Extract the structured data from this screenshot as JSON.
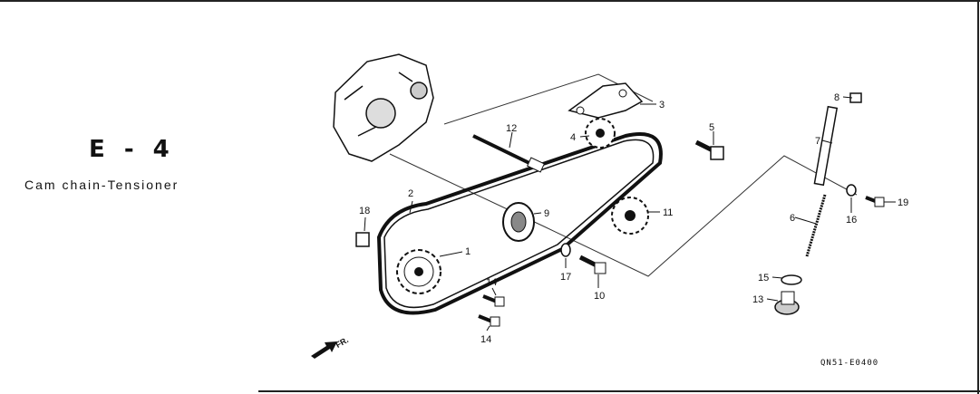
{
  "section": {
    "code": "E - 4",
    "title": "Cam  chain-Tensioner"
  },
  "diagram_code": "QN51-E0400",
  "direction_label": "FR.",
  "parts": [
    {
      "no": "1"
    },
    {
      "no": "2"
    },
    {
      "no": "3"
    },
    {
      "no": "4"
    },
    {
      "no": "5"
    },
    {
      "no": "6"
    },
    {
      "no": "7"
    },
    {
      "no": "8"
    },
    {
      "no": "9"
    },
    {
      "no": "10"
    },
    {
      "no": "11"
    },
    {
      "no": "12"
    },
    {
      "no": "13"
    },
    {
      "no": "14"
    },
    {
      "no": "14"
    },
    {
      "no": "15"
    },
    {
      "no": "16"
    },
    {
      "no": "17"
    },
    {
      "no": "18"
    },
    {
      "no": "19"
    }
  ]
}
